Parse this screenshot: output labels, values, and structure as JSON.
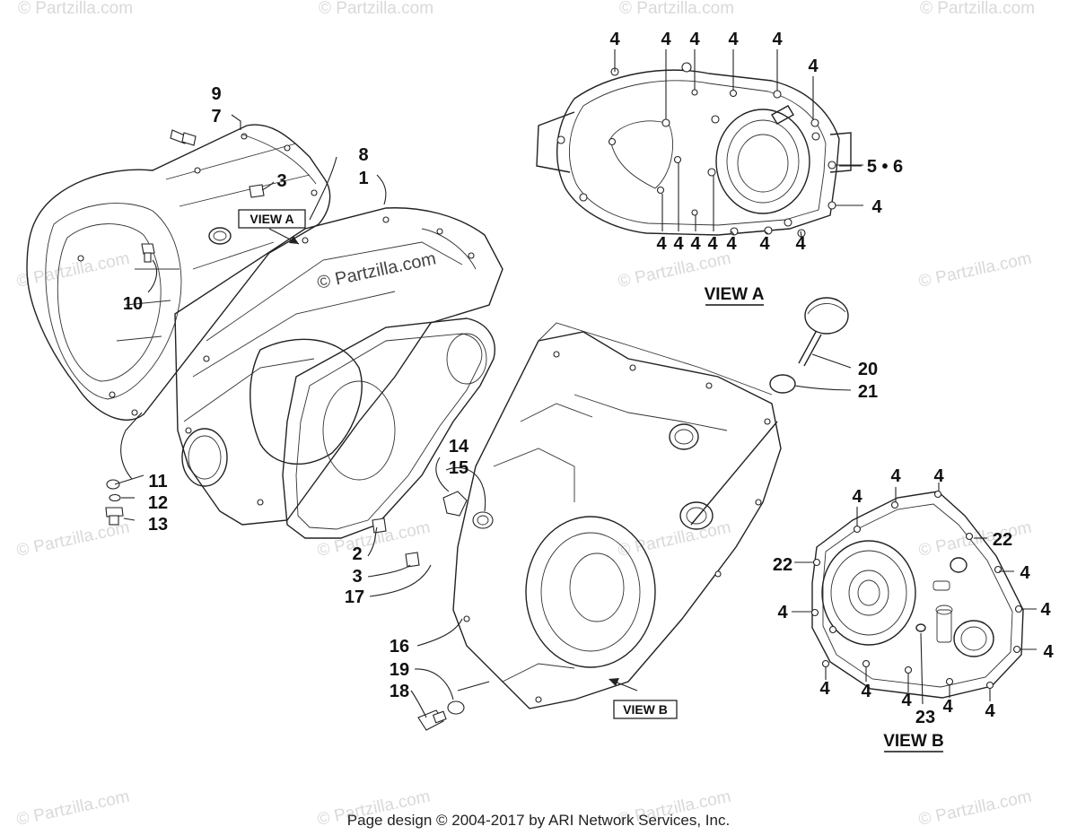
{
  "watermark": {
    "text": "© Partzilla.com"
  },
  "footer": {
    "text": "Page design © 2004-2017 by ARI Network Services, Inc."
  },
  "view_a": {
    "tag": "VIEW A",
    "title": "VIEW A"
  },
  "view_b": {
    "tag": "VIEW B",
    "title": "VIEW B"
  },
  "callouts": {
    "c9": "9",
    "c7": "7",
    "c8": "8",
    "c1": "1",
    "c3a": "3",
    "c10": "10",
    "c11": "11",
    "c12": "12",
    "c13": "13",
    "c14": "14",
    "c15": "15",
    "c2": "2",
    "c3b": "3",
    "c17": "17",
    "c16": "16",
    "c19": "19",
    "c18": "18",
    "c20": "20",
    "c21": "21",
    "c56": "5 • 6",
    "c4": "4",
    "c22": "22",
    "c23": "23"
  }
}
